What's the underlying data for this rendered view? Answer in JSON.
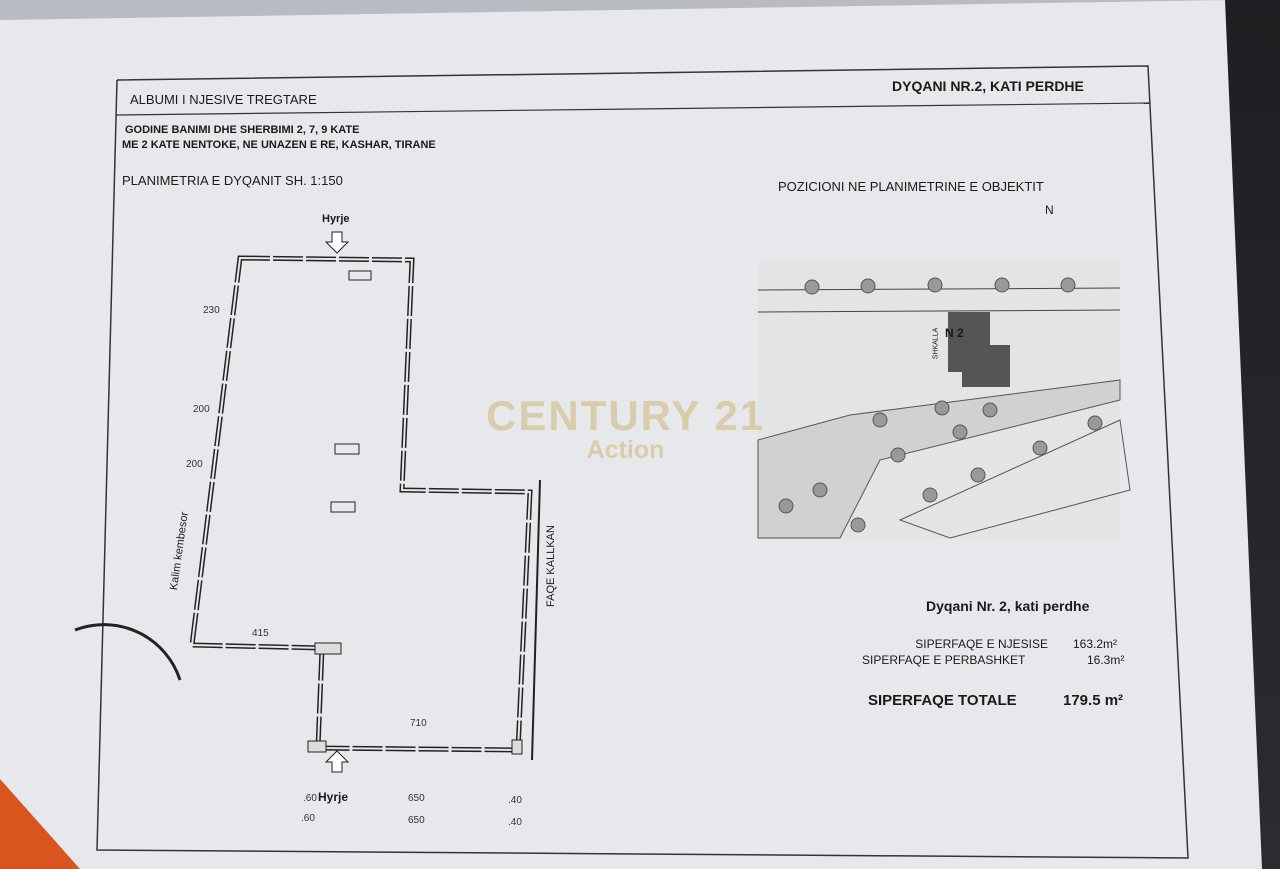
{
  "header": {
    "album_title": "ALBUMI I NJESIVE TREGTARE",
    "unit_title": "DYQANI NR.2, KATI PERDHE"
  },
  "building": {
    "line1": "GODINE BANIMI DHE SHERBIMI 2, 7, 9 KATE",
    "line2": "ME 2 KATE NENTOKE, NE UNAZEN E RE, KASHAR, TIRANE"
  },
  "floor_plan": {
    "title": "PLANIMETRIA E DYQANIT SH. 1:150",
    "entry_top": "Hyrje",
    "entry_bottom": "Hyrje",
    "left_label": "Kalim kembesor",
    "right_label": "FAQE KALLKAN",
    "dims": {
      "d415": "415",
      "d710": "710",
      "d650a": "650",
      "d650b": "650",
      "d60a": ".60",
      "d60b": ".60",
      "d40a": ".40",
      "d40b": ".40",
      "d230": "230",
      "d200a": "200",
      "d200b": "200"
    }
  },
  "site_plan": {
    "title": "POZICIONI NE PLANIMETRINE E OBJEKTIT",
    "north": "N",
    "unit_label": "N 2",
    "stair_label": "SHKALLA"
  },
  "summary": {
    "unit": "Dyqani Nr. 2, kati perdhe",
    "rows": [
      {
        "label": "SIPERFAQE E NJESISE",
        "value": "163.2m²"
      },
      {
        "label": "SIPERFAQE E PERBASHKET",
        "value": "16.3m²"
      }
    ],
    "total_label": "SIPERFAQE TOTALE",
    "total_value": "179.5 m²"
  },
  "watermark": {
    "brand": "CENTURY 21",
    "sub": "Action"
  },
  "colors": {
    "paper": "#e8eaed",
    "ink": "#1a1a1a",
    "watermark": "#c8aa5a"
  }
}
